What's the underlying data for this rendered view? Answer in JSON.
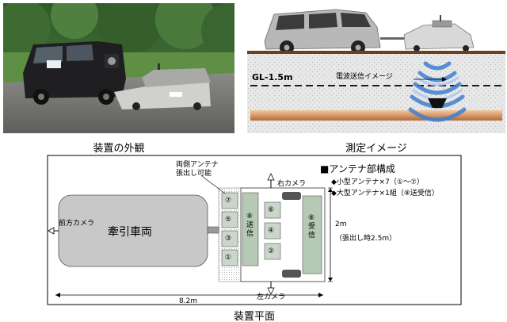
{
  "captions": {
    "exterior": "装置の外観",
    "measurement": "測定イメージ",
    "plan": "装置平面"
  },
  "measurement": {
    "depth_label": "GL-1.5m",
    "wave_label": "電波送信イメージ"
  },
  "plan": {
    "side_antenna_note_line1": "両側アンテナ",
    "side_antenna_note_line2": "張出し可能",
    "right_camera": "右カメラ",
    "left_camera": "左カメラ",
    "front_camera": "前方カメラ",
    "tow_vehicle": "牽引車両",
    "legend_title": "■アンテナ部構成",
    "legend_small": "◆小型アンテナ×7（①～⑦）",
    "legend_large": "◆大型アンテナ×1組（⑧送受信）",
    "width_main": "2m",
    "width_note": "（張出し時2.5m）",
    "length": "8.2m",
    "antenna_7": "⑦",
    "antenna_5": "⑤",
    "antenna_3": "③",
    "antenna_1": "①",
    "antenna_6": "⑥",
    "antenna_4": "④",
    "antenna_2": "②",
    "antenna_8_send": "⑧送信",
    "antenna_8_receive": "⑧受信"
  },
  "colors": {
    "vehicle_gray": "#c8c8c8",
    "ground_brown": "#6b3f1f",
    "pipe_orange": "#d9a070",
    "wave_blue": "#3f7fd0",
    "antenna_green": "#b5c9b5"
  }
}
